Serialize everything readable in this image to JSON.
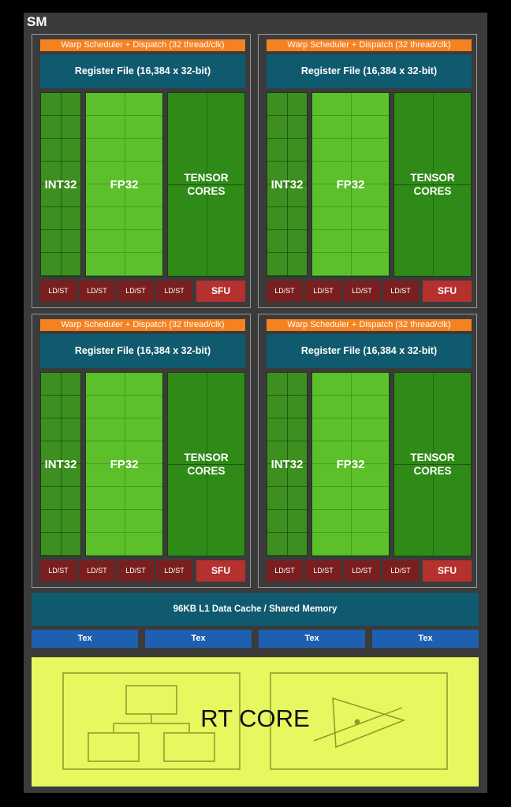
{
  "sm_label": "SM",
  "quadrants": [
    {
      "warp": "Warp Scheduler + Dispatch (32 thread/clk)",
      "register_file": "Register File (16,384 x 32-bit)",
      "int32": "INT32",
      "fp32": "FP32",
      "tensor_line1": "TENSOR",
      "tensor_line2": "CORES",
      "ldst": [
        "LD/ST",
        "LD/ST",
        "LD/ST",
        "LD/ST"
      ],
      "sfu": "SFU"
    },
    {
      "warp": "Warp Scheduler + Dispatch (32 thread/clk)",
      "register_file": "Register File (16,384 x 32-bit)",
      "int32": "INT32",
      "fp32": "FP32",
      "tensor_line1": "TENSOR",
      "tensor_line2": "CORES",
      "ldst": [
        "LD/ST",
        "LD/ST",
        "LD/ST",
        "LD/ST"
      ],
      "sfu": "SFU"
    },
    {
      "warp": "Warp Scheduler + Dispatch (32 thread/clk)",
      "register_file": "Register File (16,384 x 32-bit)",
      "int32": "INT32",
      "fp32": "FP32",
      "tensor_line1": "TENSOR",
      "tensor_line2": "CORES",
      "ldst": [
        "LD/ST",
        "LD/ST",
        "LD/ST",
        "LD/ST"
      ],
      "sfu": "SFU"
    },
    {
      "warp": "Warp Scheduler + Dispatch (32 thread/clk)",
      "register_file": "Register File (16,384 x 32-bit)",
      "int32": "INT32",
      "fp32": "FP32",
      "tensor_line1": "TENSOR",
      "tensor_line2": "CORES",
      "ldst": [
        "LD/ST",
        "LD/ST",
        "LD/ST",
        "LD/ST"
      ],
      "sfu": "SFU"
    }
  ],
  "l1_cache": "96KB L1 Data Cache / Shared Memory",
  "tex_units": [
    "Tex",
    "Tex",
    "Tex",
    "Tex"
  ],
  "rt_core": "RT CORE",
  "colors": {
    "background": "#000000",
    "sm_fill": "#3b3b3b",
    "warp_orange": "#f58220",
    "register_teal": "#0f5a6e",
    "int32_green": "#3d8f1f",
    "fp32_green": "#5cc02a",
    "tensor_green": "#2f8a17",
    "ldst_red": "#7a1f1f",
    "sfu_red": "#b4312e",
    "tex_blue": "#1e5fb0",
    "rt_yellow": "#e6f760"
  }
}
